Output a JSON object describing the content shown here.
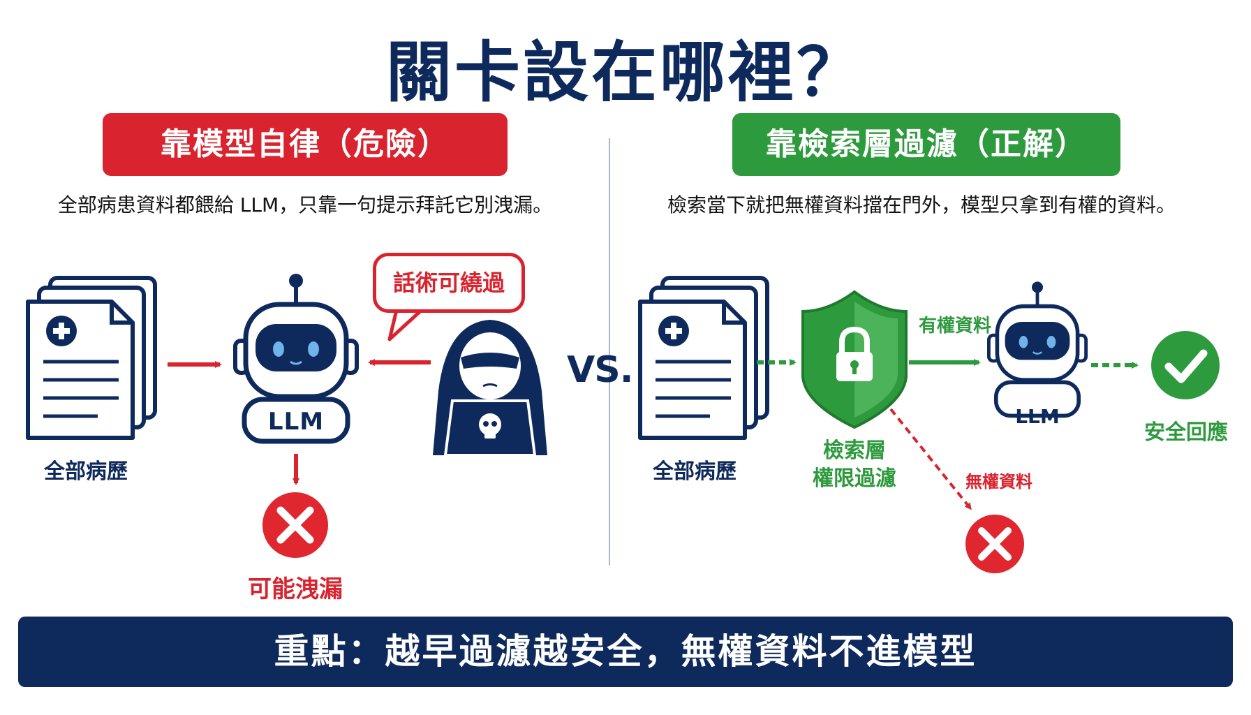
{
  "title": "關卡設在哪裡？",
  "left": {
    "banner": "靠模型自律（危險）",
    "description": "全部病患資料都餵給 LLM，只靠一句提示拜託它別洩漏。",
    "records_label": "全部病歷",
    "llm_label": "LLM",
    "bubble": "話術可繞過",
    "outcome": "可能洩漏"
  },
  "vs": "VS.",
  "right": {
    "banner": "靠檢索層過濾（正解）",
    "description": "檢索當下就把無權資料擋在門外，模型只拿到有權的資料。",
    "records_label": "全部病歷",
    "shield_label_1": "檢索層",
    "shield_label_2": "權限過濾",
    "authorized_label": "有權資料",
    "llm_label": "LLM",
    "unauthorized_label": "無權資料",
    "outcome": "安全回應"
  },
  "footer": "重點：越早過濾越安全，無權資料不進模型",
  "colors": {
    "navy": "#0e2a5c",
    "red": "#d9232e",
    "green": "#2e9a3e",
    "divider": "#aab6c8"
  },
  "icons": [
    "document-stack-icon",
    "robot-icon",
    "hacker-icon",
    "skull-icon",
    "shield-lock-icon",
    "x-circle-icon",
    "check-circle-icon"
  ]
}
